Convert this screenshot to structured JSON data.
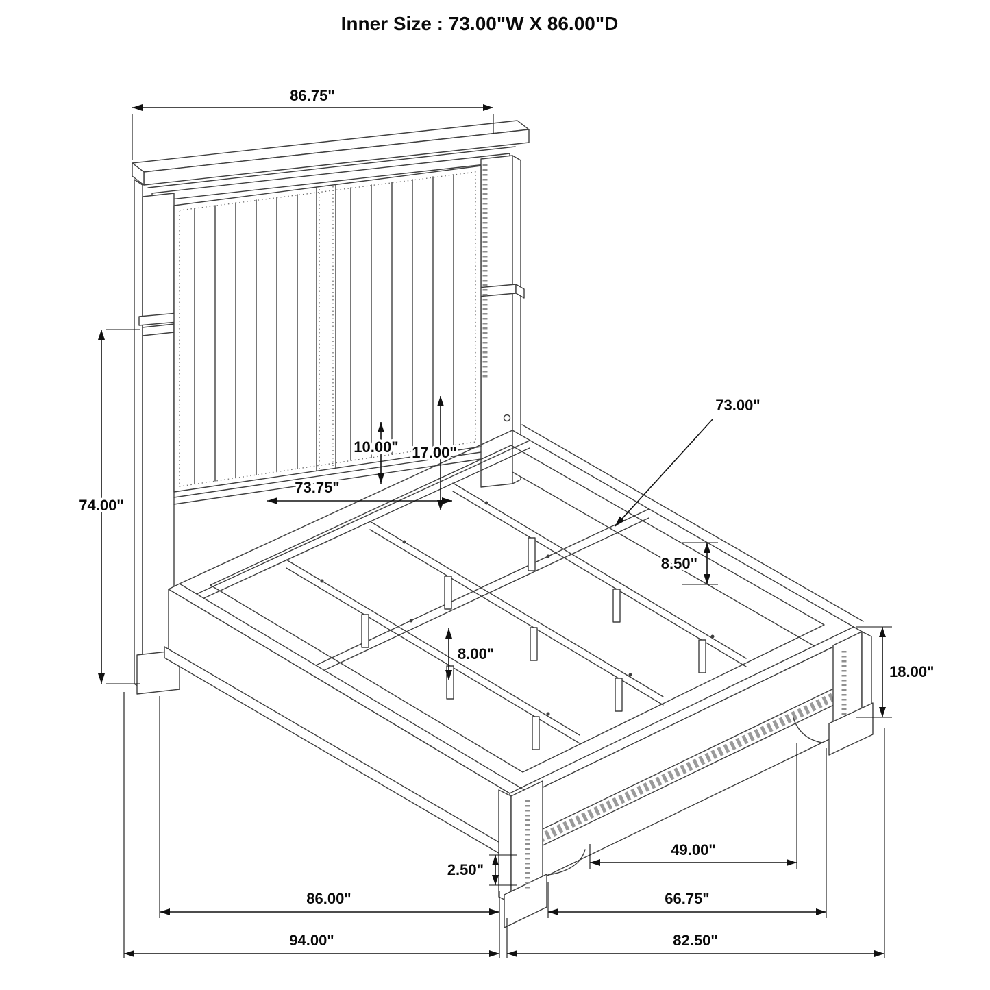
{
  "title": "Inner Size : 73.00\"W X 86.00\"D",
  "dimensions": {
    "headboard_width": "86.75\"",
    "headboard_height": "74.00\"",
    "panel_gap": "10.00\"",
    "panel_height": "17.00\"",
    "headboard_inner_width": "73.75\"",
    "slat_length": "73.00\"",
    "rail_height": "8.50\"",
    "leg_height": "8.00\"",
    "footboard_height": "18.00\"",
    "foot_height": "2.50\"",
    "footboard_inner_width": "49.00\"",
    "side_rail_length": "86.00\"",
    "footboard_width": "66.75\"",
    "overall_depth": "94.00\"",
    "overall_width": "82.50\""
  }
}
